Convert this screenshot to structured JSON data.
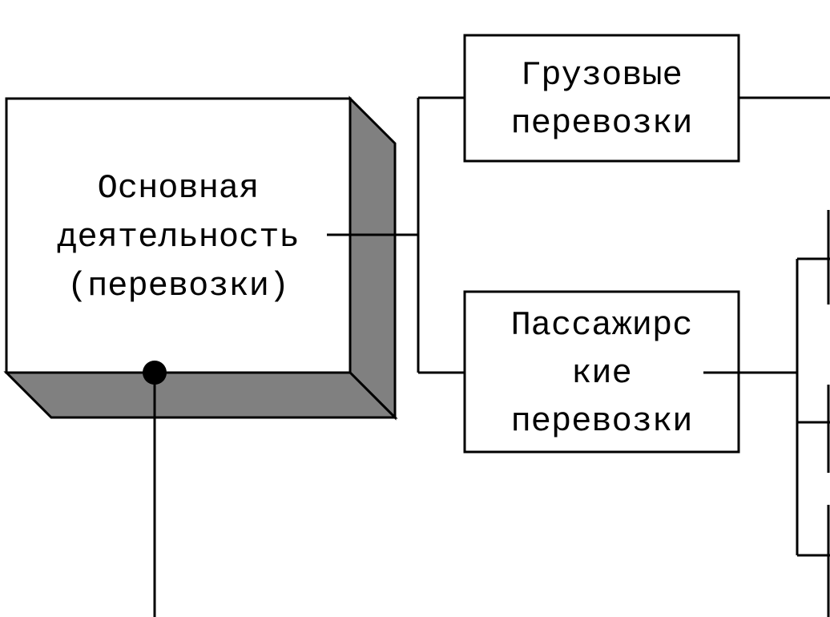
{
  "diagram": {
    "main": {
      "lines": [
        "Основная",
        "деятельность",
        "(перевозки)"
      ]
    },
    "cargo": {
      "lines": [
        "Грузовые",
        "перевозки"
      ]
    },
    "passenger": {
      "lines": [
        "Пассажирс",
        "кие",
        "перевозки"
      ]
    }
  },
  "colors": {
    "fill": "#ffffff",
    "shade": "#808080",
    "stroke": "#000000"
  }
}
